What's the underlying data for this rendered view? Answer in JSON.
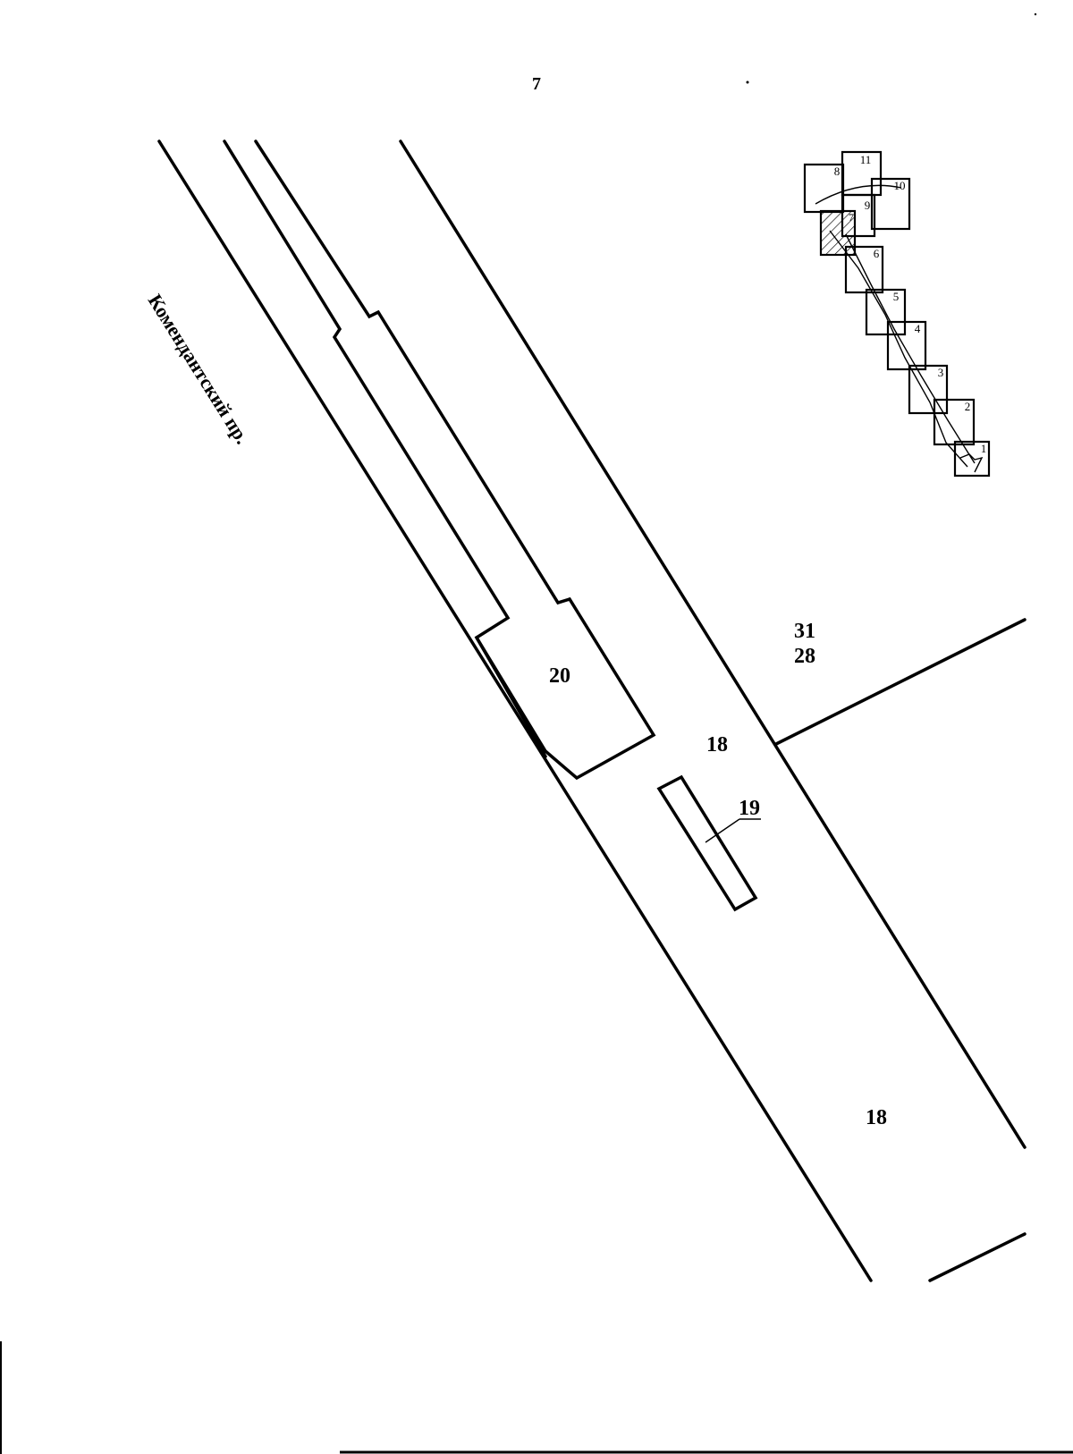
{
  "sheet": {
    "page_number": "7"
  },
  "street": {
    "name": "Комендантский пр."
  },
  "parcels": {
    "building_20": "20",
    "parcel_18_upper": "18",
    "object_19": "19",
    "parcel_31": "31",
    "parcel_28": "28",
    "parcel_18_lower": "18"
  },
  "index_map": {
    "sheets": [
      "1",
      "2",
      "3",
      "4",
      "5",
      "6",
      "7",
      "8",
      "9",
      "10",
      "11"
    ],
    "current_sheet": "7"
  },
  "colors": {
    "ink": "#000000",
    "paper": "#ffffff"
  }
}
